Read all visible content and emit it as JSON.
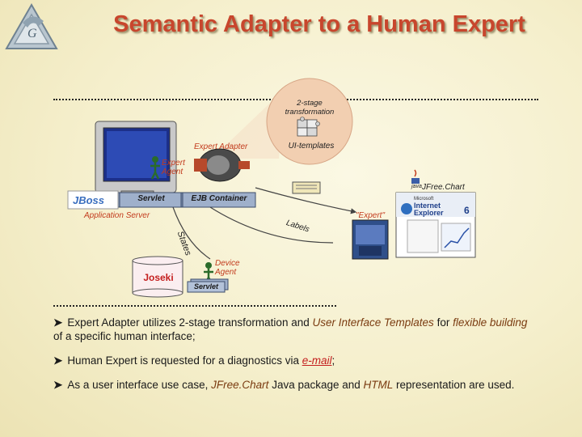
{
  "title": "Semantic Adapter to a Human Expert",
  "diagram": {
    "two_stage": "2-stage transformation",
    "ui_templates": "UI-templates",
    "expert_adapter": "Expert Adapter",
    "expert_agent": "Expert Agent",
    "jfreechart": "JFree.Chart",
    "java": "java",
    "servlet_top": "Servlet",
    "ejb_container": "EJB Container",
    "application_server": "Application Server",
    "jboss": "JBoss",
    "labels": "Labels",
    "states": "States",
    "expert_quote": "\"Expert\"",
    "microsoft": "Microsoft",
    "internet_explorer": "Internet Explorer",
    "ie_version": "6",
    "device_agent": "Device Agent",
    "servlet_bottom": "Servlet",
    "joseki": "Joseki"
  },
  "bullets": [
    {
      "parts": [
        {
          "t": "Expert Adapter utilizes 2-stage transformation and ",
          "s": ""
        },
        {
          "t": "User Interface Templates",
          "s": "hl"
        },
        {
          "t": " for ",
          "s": ""
        },
        {
          "t": "flexible building",
          "s": "hl"
        },
        {
          "t": " of a specific human interface;",
          "s": ""
        }
      ]
    },
    {
      "parts": [
        {
          "t": "Human Expert is requested for a diagnostics via ",
          "s": ""
        },
        {
          "t": "e-mail",
          "s": "hl-red"
        },
        {
          "t": ";",
          "s": ""
        }
      ]
    },
    {
      "parts": [
        {
          "t": "As a user interface use case, ",
          "s": ""
        },
        {
          "t": "JFree.Chart",
          "s": "hl"
        },
        {
          "t": " Java package and ",
          "s": ""
        },
        {
          "t": "HTML",
          "s": "hl"
        },
        {
          "t": " representation are used.",
          "s": ""
        }
      ]
    }
  ],
  "colors": {
    "title": "#c8462d",
    "accent_red": "#c23a1c",
    "server_bar": "#7f93b3"
  }
}
